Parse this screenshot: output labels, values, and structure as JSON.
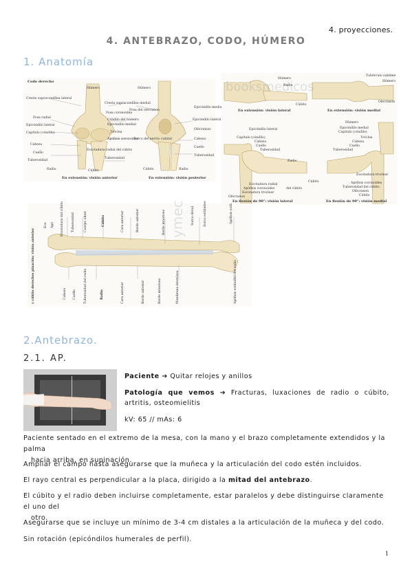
{
  "header": {
    "corner": "4. proyecciones.",
    "title": "4. ANTEBRAZO, CODO, HÚMERO"
  },
  "section1": {
    "heading": "1. Anatomía",
    "fig_a": {
      "heading": "Codo derecho",
      "caption_left": "En extensión: visión anterior",
      "caption_right": "En extensión: visión posterior",
      "labels_left": [
        "Húmero",
        "Cresta supracondílea lateral",
        "Cresta supracondílea medial",
        "Fosa radial",
        "Fosa coronoidea",
        "Epicóndilo lateral",
        "Cóndilo del húmero",
        "Epicóndilo medial",
        "Capítulo (cóndilo)",
        "Tróclea",
        "Cabeza",
        "Apófisis coronoides",
        "Cuello",
        "Escotadura radial del cúbito",
        "Tuberosidad",
        "Tuberosidad",
        "Radio",
        "Cúbito"
      ],
      "labels_right": [
        "Húmero",
        "Fosa del olécranon",
        "Epicóndilo medial",
        "Epicóndilo lateral",
        "Olécranon",
        "Surco del nervio cubital",
        "Cabeza",
        "Cuello",
        "Tuberosidad",
        "Cúbito",
        "Radio"
      ]
    },
    "fig_b": {
      "watermark": "booksmedicos",
      "captions_top": [
        "En extensión: visión lateral",
        "En extensión: visión medial"
      ],
      "captions_bottom": [
        "En flexión de 90°: visión lateral",
        "En flexión de 90°: visión medial"
      ],
      "labels": [
        "Húmero",
        "Radio",
        "Cúbito",
        "Tubérculo sublime",
        "Húmero",
        "Olécranon",
        "Epicóndilo lateral",
        "Capítulo (cóndilo)",
        "Cabeza",
        "Cuello",
        "Tuberosidad",
        "Radio",
        "Escotadura radial",
        "Apófisis coronoides",
        "Escotadura troclear",
        "Olécranon",
        "Cúbito",
        "del cúbito",
        "Húmero",
        "Epicóndilo medial",
        "Capítulo (cóndilo)",
        "Tróclea",
        "Cabeza",
        "Cuello",
        "Tuberosidad",
        "Escotadura troclear",
        "Apófisis coronoides",
        "Tuberosidad del cúbito",
        "Olécranon",
        "Cúbito"
      ]
    },
    "fig_c": {
      "watermark": "ymec",
      "side_caption": "y cúbito derechos pinación: visión anterior",
      "labels_top": [
        "Eco",
        "Apó",
        "Escotadura del cúbito",
        "Tuberosidad",
        "Cuerpo ulnar",
        "Cúbito",
        "Cara anterior",
        "Borde anterior",
        "Borde interóseo",
        "Surco distal",
        "Surco estiloideo",
        "Apófisis estil."
      ],
      "labels_bottom": [
        "Cabeza",
        "Cuello",
        "Tuberosidad del radio",
        "Radio",
        "Cara anterior",
        "Borde anterior",
        "Borde interóseo",
        "Membrana interósea",
        "Apófisis estiloides del radio"
      ]
    }
  },
  "section2": {
    "heading": "2.Antebrazo.",
    "subheading": "2.1. AP.",
    "info": {
      "paciente_label": "Paciente",
      "paciente_text": "Quitar relojes y anillos",
      "patologia_label": "Patología que vemos",
      "patologia_text": "Fracturas, luxaciones de radio o cúbito, artritis, osteomielitis",
      "kv": "kV: 65 // mAs: 6"
    },
    "paragraphs": [
      {
        "a": "Paciente sentado en el extremo de la mesa, con la mano y el brazo completamente extendidos y la palma",
        "b": "hacia arriba, en supinación."
      },
      {
        "a": "Ampliar el campo hasta asegurarse que la muñeca y la articulación del codo estén incluidos."
      },
      {
        "a": "El rayo central es perpendicular a la placa, dirigido a la",
        "bold": "mitad del antebrazo",
        "end": "."
      },
      {
        "a": "El cúbito y el radio deben incluirse completamente, estar paralelos y debe distinguirse claramente el uno del",
        "b": "otro."
      },
      {
        "a": "Asegurarse que se incluye un mínimo de 3-4 cm distales a la articulación de la muñeca y del codo."
      },
      {
        "a": "Sin rotación (epicóndilos humerales de perfil)."
      }
    ]
  },
  "page_number": "1",
  "colors": {
    "heading_blue": "#8fb5dc",
    "title_grey": "#7a7a7a",
    "bone": "#efe2bf",
    "bone_shade": "#d9c28f"
  }
}
